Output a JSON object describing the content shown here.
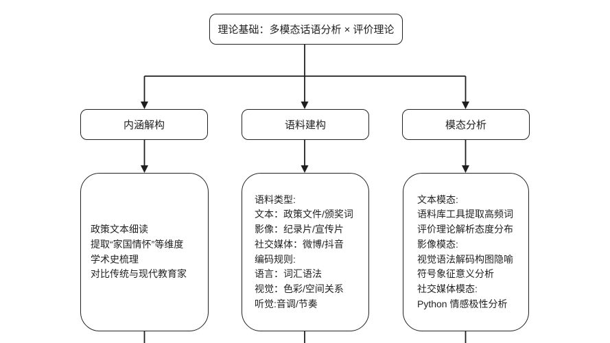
{
  "colors": {
    "line": "#1f1f1f",
    "background": "#ffffff"
  },
  "diagram": {
    "root": {
      "label": "理论基础：多模态话语分析 × 评价理论"
    },
    "branches": [
      {
        "label": "内涵解构",
        "details": [
          "政策文本细读",
          "提取“家国情怀”等维度",
          "学术史梳理",
          "对比传统与现代教育家"
        ]
      },
      {
        "label": "语料建构",
        "details": [
          "语料类型:",
          "文本：政策文件/颁奖词",
          "影像：纪录片/宣传片",
          "社交媒体：微博/抖音",
          "编码规则:",
          "语言：词汇语法",
          "视觉：色彩/空间关系",
          "听觉:音调/节奏"
        ]
      },
      {
        "label": "模态分析",
        "details": [
          "文本模态:",
          "语料库工具提取高频词",
          "评价理论解析态度分布",
          "影像模态:",
          "视觉语法解码构图隐喻",
          "符号象征意义分析",
          "社交媒体模态:",
          "Python 情感极性分析"
        ]
      }
    ]
  }
}
